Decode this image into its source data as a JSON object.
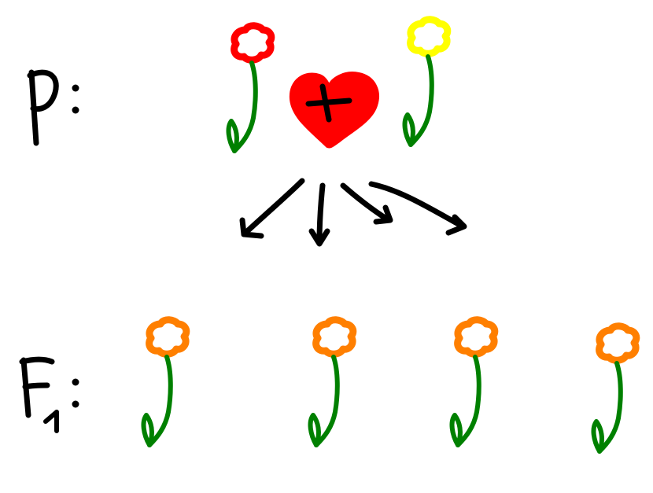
{
  "generations": {
    "parent": {
      "label": "P",
      "separator": ":",
      "flowers": [
        {
          "petal_color": "red",
          "stem_color": "green"
        },
        {
          "petal_color": "yellow",
          "stem_color": "green"
        }
      ],
      "cross_symbol": "+"
    },
    "f1": {
      "label": "F",
      "subscript": "1",
      "separator": ":",
      "flowers": [
        {
          "petal_color": "orange",
          "stem_color": "green"
        },
        {
          "petal_color": "orange",
          "stem_color": "green"
        },
        {
          "petal_color": "orange",
          "stem_color": "green"
        },
        {
          "petal_color": "orange",
          "stem_color": "green"
        }
      ]
    }
  },
  "offspring_arrow_count": 4,
  "colors": {
    "red": "#ff0000",
    "yellow": "#ffff00",
    "orange": "#ff7f00",
    "green": "#008000",
    "heart": "#ff0000",
    "ink": "#000000"
  }
}
